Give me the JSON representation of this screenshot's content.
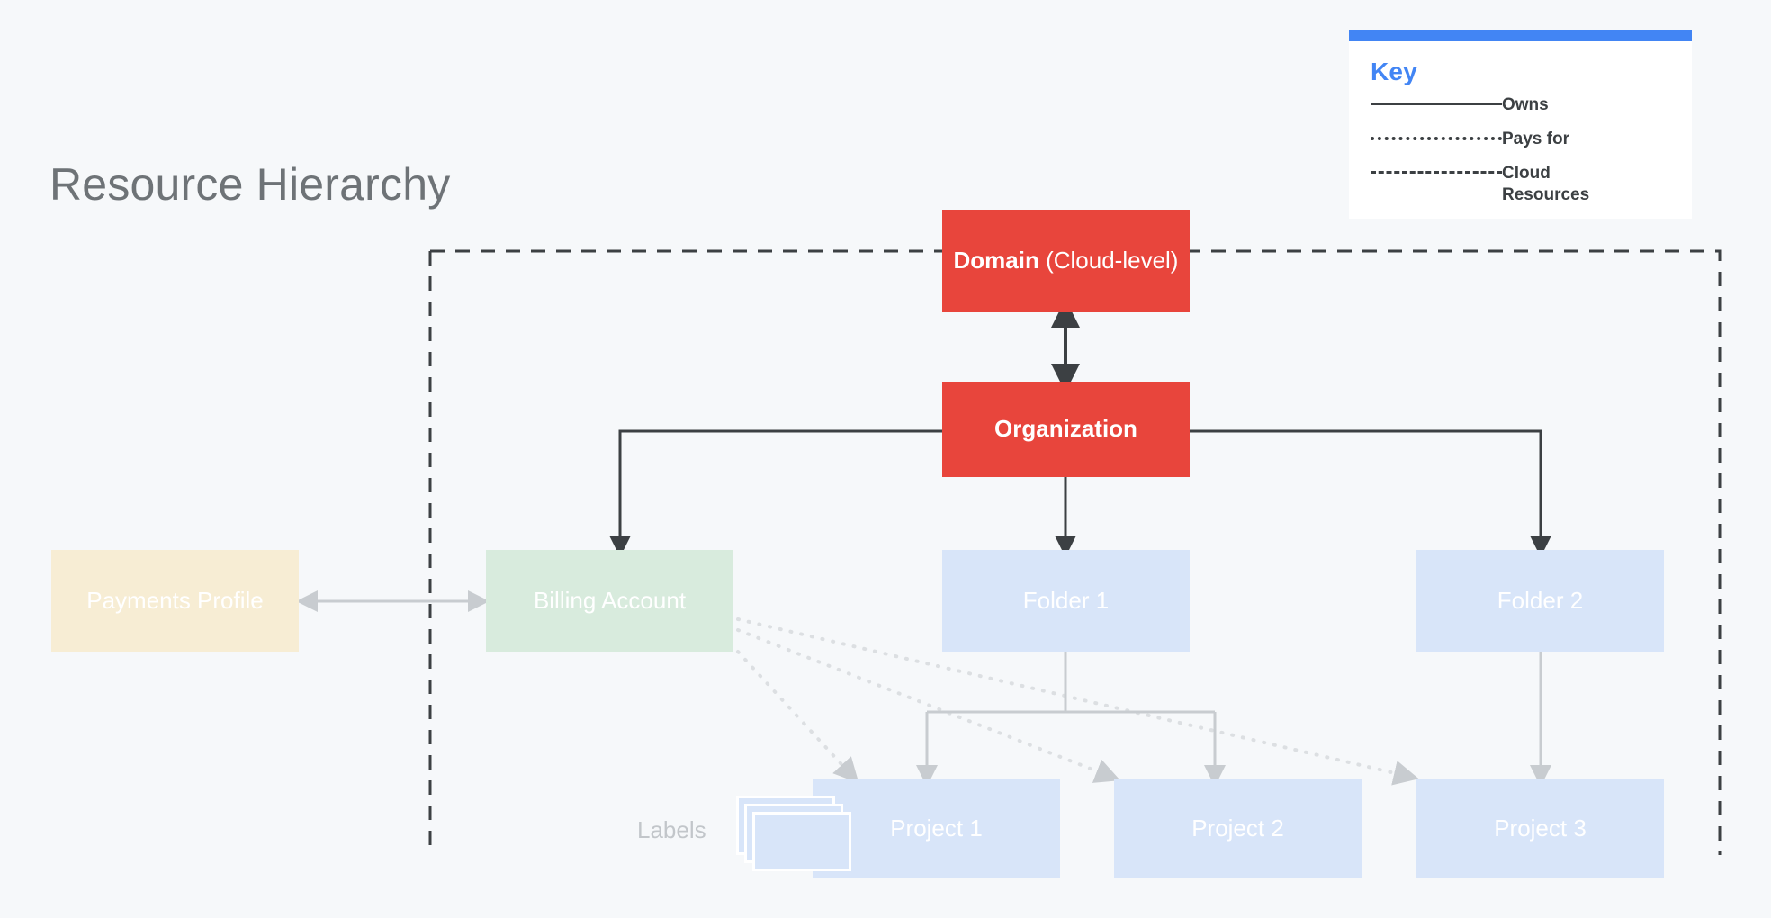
{
  "page": {
    "title": "Resource Hierarchy",
    "background_color": "#F6F8FA"
  },
  "colors": {
    "red": "#E8453C",
    "blue_accent": "#4285F4",
    "node_blue": "#D8E5F9",
    "node_green": "#D8EBDD",
    "node_cream": "#F7EDD4",
    "edge_dark": "#3C4043",
    "edge_light": "#C8CCD0",
    "title_gray": "#6E7377"
  },
  "key": {
    "title": "Key",
    "entries": [
      {
        "style": "solid",
        "label": "Owns"
      },
      {
        "style": "dotted",
        "label": "Pays for"
      },
      {
        "style": "dashed",
        "label": "Cloud Resources"
      }
    ]
  },
  "nodes": {
    "domain": {
      "label_bold": "Domain",
      "label_light": " (Cloud-level)",
      "color": "#E8453C"
    },
    "organization": {
      "label": "Organization",
      "color": "#E8453C"
    },
    "payments_profile": {
      "label": "Payments Profile",
      "color": "#F7EDD4"
    },
    "billing_account": {
      "label": "Billing Account",
      "color": "#D8EBDD"
    },
    "folder_1": {
      "label": "Folder 1",
      "color": "#D8E5F9"
    },
    "folder_2": {
      "label": "Folder 2",
      "color": "#D8E5F9"
    },
    "project_1": {
      "label": "Project 1",
      "color": "#D8E5F9"
    },
    "project_2": {
      "label": "Project 2",
      "color": "#D8E5F9"
    },
    "project_3": {
      "label": "Project 3",
      "color": "#D8E5F9"
    },
    "labels": {
      "label": "Labels",
      "color": "#D8E5F9",
      "card_count": 3
    }
  },
  "edges": [
    {
      "from": "domain",
      "to": "organization",
      "style": "owns",
      "bidirectional": true
    },
    {
      "from": "organization",
      "to": "billing_account",
      "style": "owns"
    },
    {
      "from": "organization",
      "to": "folder_1",
      "style": "owns"
    },
    {
      "from": "organization",
      "to": "folder_2",
      "style": "owns"
    },
    {
      "from": "payments_profile",
      "to": "billing_account",
      "style": "pays-for",
      "bidirectional": true
    },
    {
      "from": "billing_account",
      "to": "project_1",
      "style": "pays-for"
    },
    {
      "from": "billing_account",
      "to": "project_2",
      "style": "pays-for"
    },
    {
      "from": "billing_account",
      "to": "project_3",
      "style": "pays-for"
    },
    {
      "from": "folder_1",
      "to": "project_1",
      "style": "owns"
    },
    {
      "from": "folder_1",
      "to": "project_2",
      "style": "owns"
    },
    {
      "from": "folder_2",
      "to": "project_3",
      "style": "owns"
    }
  ],
  "cloud_boundary": {
    "style": "dashed",
    "label": "Cloud Resources"
  }
}
